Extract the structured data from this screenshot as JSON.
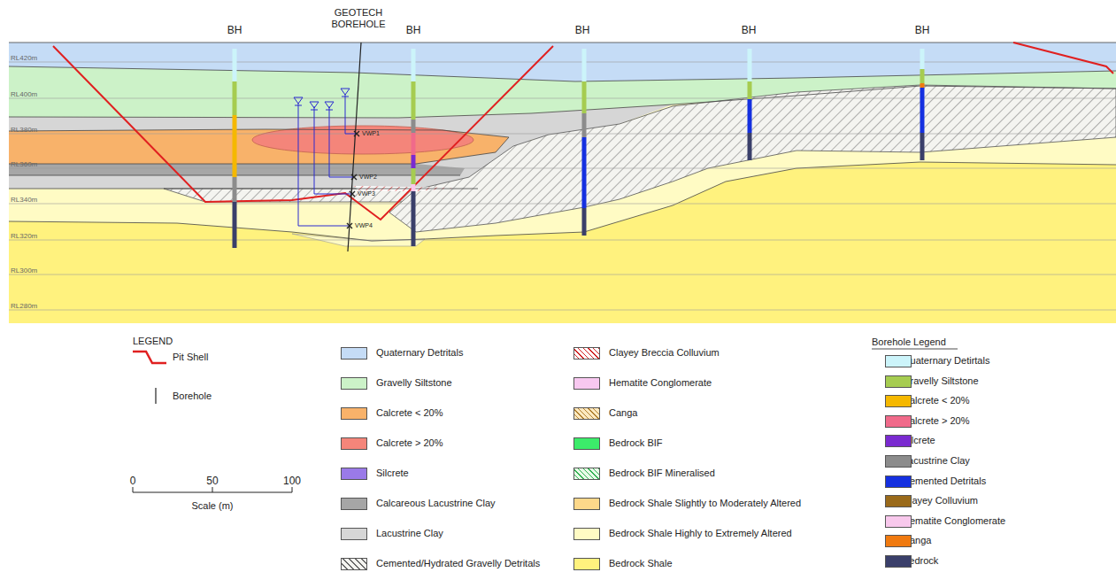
{
  "diagram": {
    "labels": [
      "GEOTECH BOREHOLE",
      "BH",
      "BH",
      "BH",
      "BH",
      "BH",
      "RL420m",
      "RL400m",
      "RL380m",
      "RL360m",
      "RL340m",
      "RL320m",
      "RL300m",
      "RL280m",
      "VWP1",
      "VWP2",
      "VWP3",
      "VWP4",
      "LEGEND",
      "0",
      "50",
      "100",
      "Scale (m)",
      "Borehole Legend"
    ],
    "legend": [
      {
        "text": "Pit Shell"
      },
      {
        "text": "Borehole"
      },
      {
        "text": "Quaternary Detritals",
        "color": "#c5dcf6"
      },
      {
        "text": "Gravelly Siltstone",
        "color": "#ccf2c8"
      },
      {
        "text": "Calcrete < 20%",
        "color": "#f8b26a"
      },
      {
        "text": "Calcrete > 20%",
        "color": "#f4857a"
      },
      {
        "text": "Silcrete",
        "color": "#9a7ae8"
      },
      {
        "text": "Calcareous Lacustrine Clay",
        "color": "#a6a6a6"
      },
      {
        "text": "Lacustrine Clay",
        "color": "#d6d6d6"
      },
      {
        "text": "Cemented/Hydrated Gravelly Detritals"
      },
      {
        "text": "Clayey Breccia Colluvium"
      },
      {
        "text": "Hematite Conglomerate",
        "color": "#f8c8f0"
      },
      {
        "text": "Canga"
      },
      {
        "text": "Bedrock BIF",
        "color": "#3cec6a"
      },
      {
        "text": "Bedrock BIF Mineralised"
      },
      {
        "text": "Bedrock Shale Slightly to Moderately Altered",
        "color": "#fdd88a"
      },
      {
        "text": "Bedrock Shale Highly to Extremely Altered",
        "color": "#fffbc4"
      },
      {
        "text": "Bedrock Shale",
        "color": "#fff27e"
      },
      {
        "text": "Quaternary Detirtals",
        "color": "#ccf4fa"
      },
      {
        "text": "Gravelly Siltstone",
        "color": "#a6cc50"
      },
      {
        "text": "Calcrete < 20%",
        "color": "#f5b800"
      },
      {
        "text": "Calcrete > 20%",
        "color": "#f06a8a"
      },
      {
        "text": "Silcrete",
        "color": "#7a2ad0"
      },
      {
        "text": "Lacustrine Clay",
        "color": "#8c8c8c"
      },
      {
        "text": "Cemented Detritals",
        "color": "#1530e0"
      },
      {
        "text": "Clayey Colluvium",
        "color": "#9a6a1a"
      },
      {
        "text": "Hematite Conglomerate",
        "color": "#f8c8ec"
      },
      {
        "text": "Canga",
        "color": "#f07a10"
      },
      {
        "text": "Bedrock",
        "color": "#3a3f6a"
      }
    ]
  }
}
